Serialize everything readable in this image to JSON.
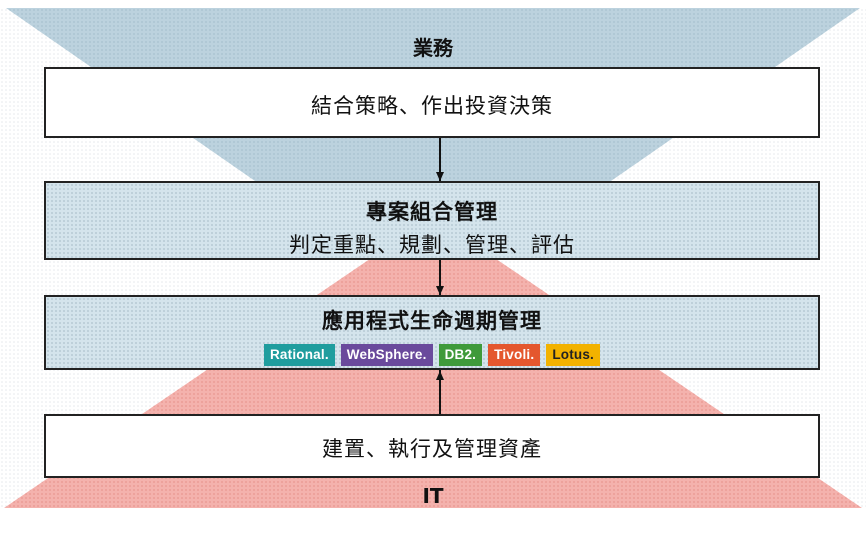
{
  "labels": {
    "top": "業務",
    "bottom": "IT"
  },
  "boxes": {
    "strategy": "結合策略、作出投資決策",
    "portfolio_title": "專案組合管理",
    "portfolio_sub": "判定重點、規劃、管理、評估",
    "alm_title": "應用程式生命週期管理",
    "assets": "建置、執行及管理資產"
  },
  "brands": [
    {
      "text": "Rational.",
      "color": "#1f9d9e"
    },
    {
      "text": "WebSphere.",
      "color": "#6a4a9c"
    },
    {
      "text": "DB2.",
      "color": "#3f9a3a"
    },
    {
      "text": "Tivoli.",
      "color": "#e4572e"
    },
    {
      "text": "Lotus.",
      "color": "#f2b200"
    }
  ],
  "colors": {
    "business_blue": "#b9cfdc",
    "it_red": "#f2a9a4",
    "box_blue": "#d4e4ec"
  }
}
